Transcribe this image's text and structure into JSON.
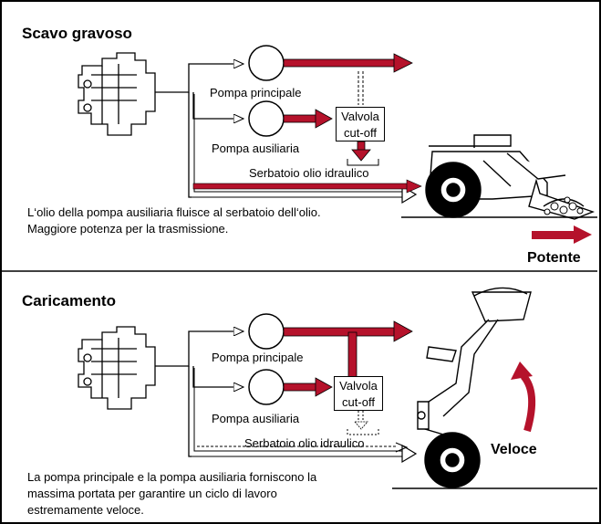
{
  "panel1": {
    "title": "Scavo gravoso",
    "main_pump_label": "Pompa principale",
    "aux_pump_label": "Pompa ausiliaria",
    "valve_line1": "Valvola",
    "valve_line2": "cut-off",
    "tank_label": "Serbatoio olio idraulico",
    "caption_line1": "L‘olio della pompa ausiliaria fluisce al serbatoio dell‘olio.",
    "caption_line2": "Maggiore potenza per la trasmissione.",
    "result_label": "Potente"
  },
  "panel2": {
    "title": "Caricamento",
    "main_pump_label": "Pompa principale",
    "aux_pump_label": "Pompa ausiliaria",
    "valve_line1": "Valvola",
    "valve_line2": "cut-off",
    "tank_label": "Serbatoio olio idraulico",
    "caption_line1": "La pompa principale e la pompa ausiliaria forniscono la",
    "caption_line2": "massima portata per garantire un ciclo di lavoro",
    "caption_line3": "estremamente veloce.",
    "result_label": "Veloce"
  },
  "colors": {
    "flow": "#b5122b",
    "line": "#000000"
  }
}
